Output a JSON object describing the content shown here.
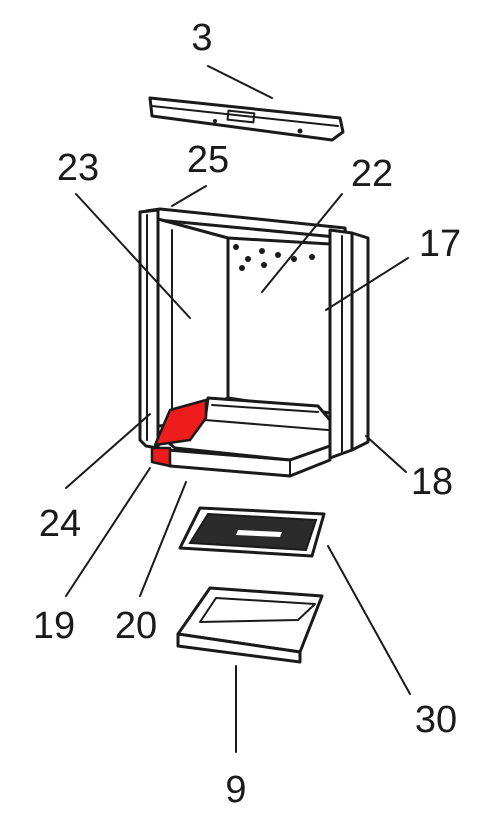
{
  "colors": {
    "highlight": "#ee1c1c",
    "line": "#1a1a1a",
    "background": "#ffffff"
  },
  "callouts": [
    {
      "id": "3",
      "label": "3"
    },
    {
      "id": "25",
      "label": "25"
    },
    {
      "id": "23",
      "label": "23"
    },
    {
      "id": "22",
      "label": "22"
    },
    {
      "id": "17",
      "label": "17"
    },
    {
      "id": "24",
      "label": "24"
    },
    {
      "id": "18",
      "label": "18"
    },
    {
      "id": "19",
      "label": "19"
    },
    {
      "id": "20",
      "label": "20"
    },
    {
      "id": "30",
      "label": "30"
    },
    {
      "id": "9",
      "label": "9"
    }
  ],
  "highlighted_part": "19"
}
